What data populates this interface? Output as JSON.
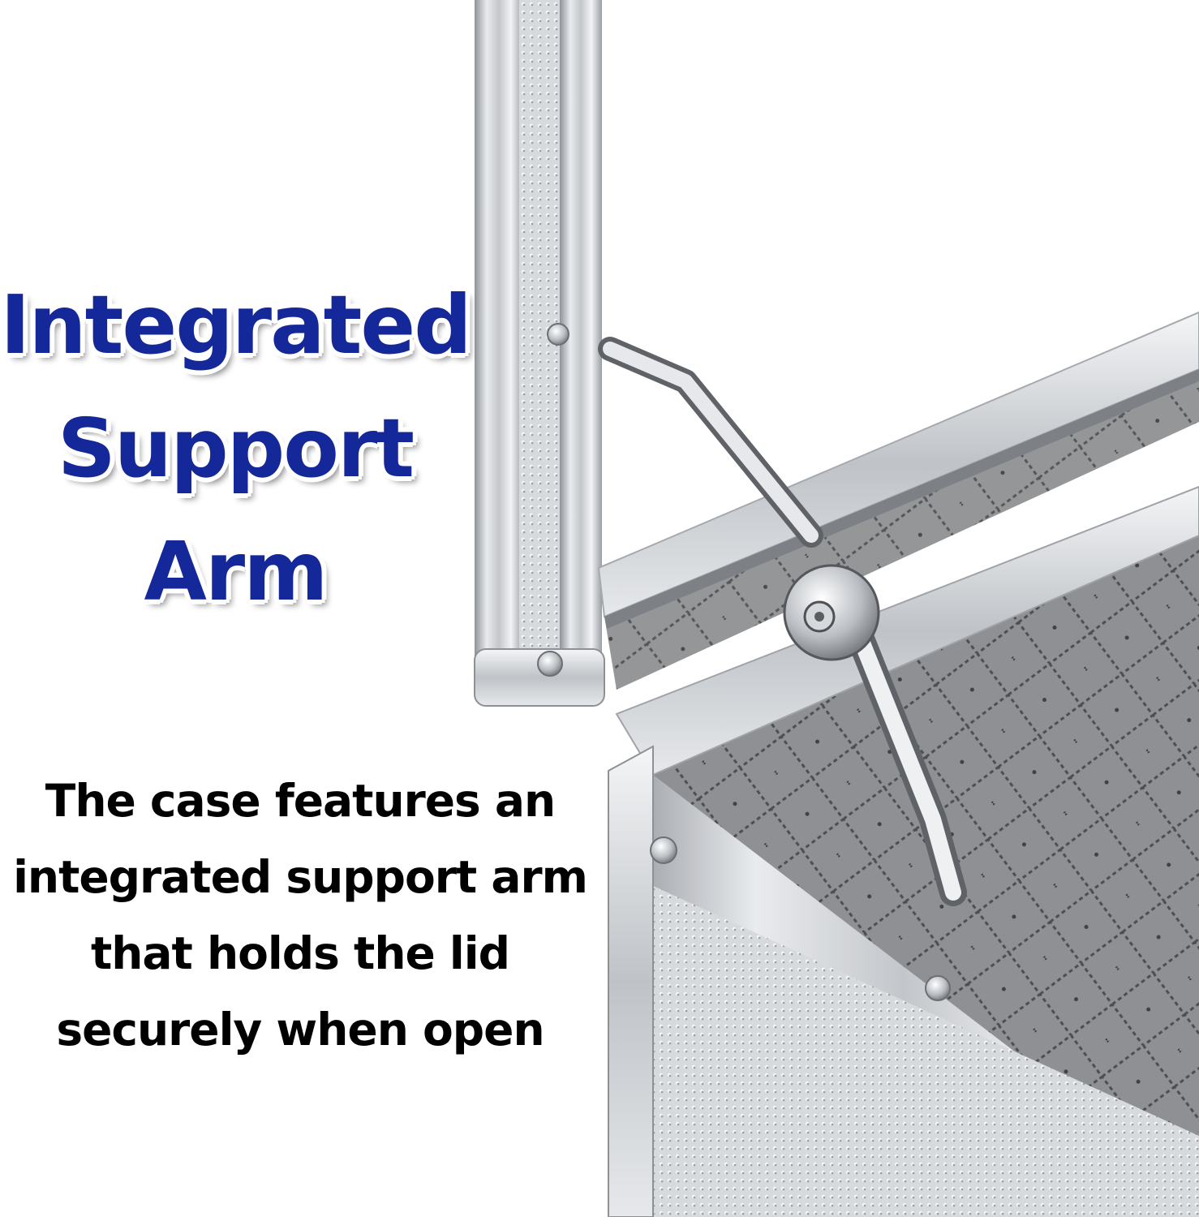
{
  "headline": {
    "lines": [
      "Integrated",
      "Support",
      "Arm"
    ]
  },
  "description": {
    "lines": [
      "The case features an",
      "integrated support arm",
      "that holds the lid",
      "securely when open"
    ]
  },
  "colors": {
    "headline": "#14289a",
    "description": "#000000",
    "aluminum": "#c9ccd0",
    "lining": "#8a8c8f"
  }
}
